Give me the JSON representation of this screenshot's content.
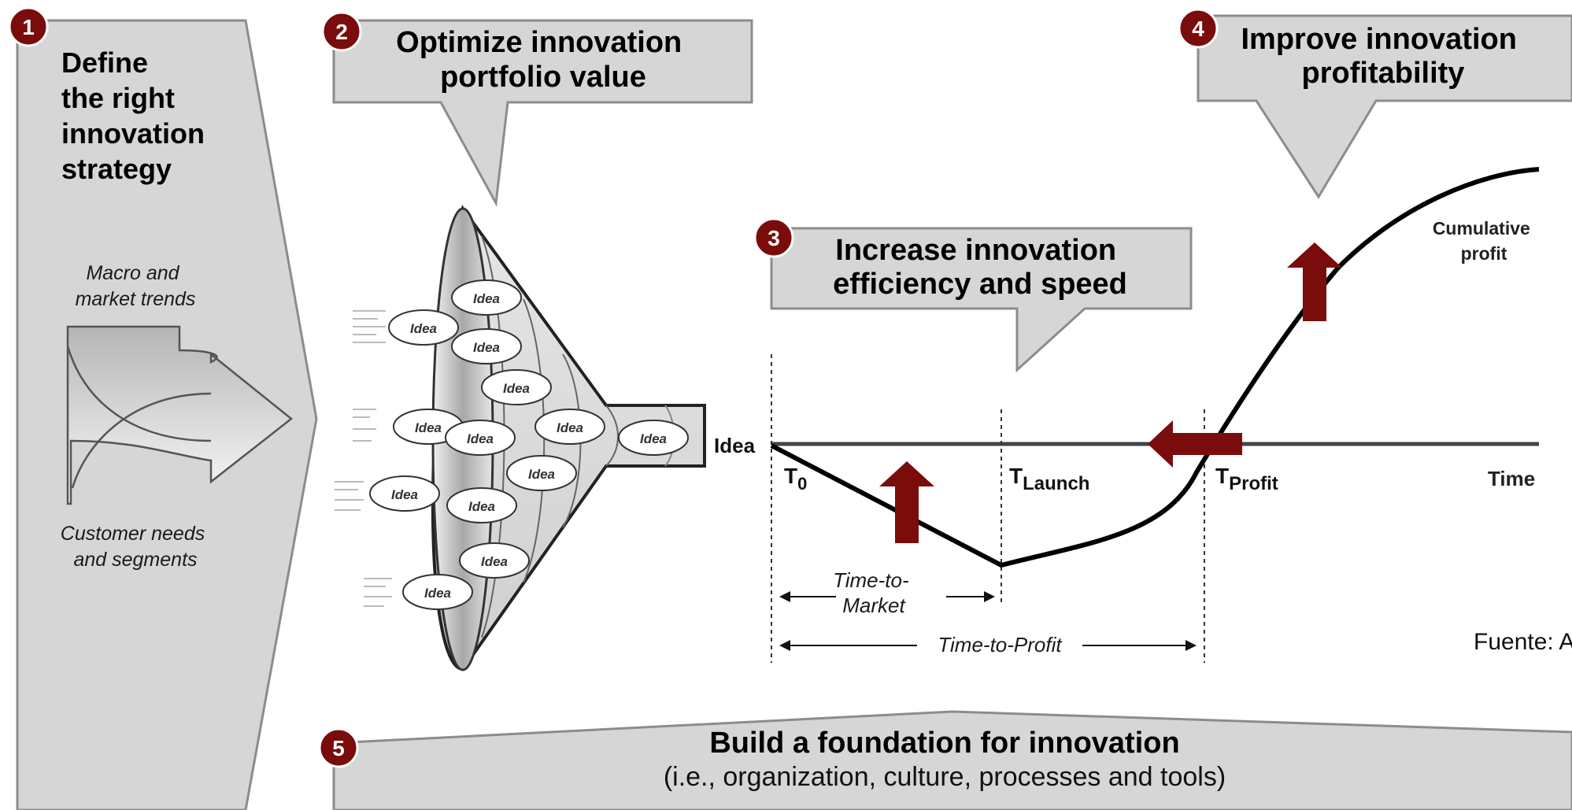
{
  "step1": {
    "number": "1",
    "title_lines": [
      "Define",
      "the right",
      "innovation",
      "strategy"
    ],
    "arrow_top_label": [
      "Macro and",
      "market trends"
    ],
    "arrow_bottom_label": [
      "Customer  needs",
      "and segments"
    ]
  },
  "step2": {
    "number": "2",
    "title_lines": [
      "Optimize innovation",
      "portfolio value"
    ]
  },
  "step3": {
    "number": "3",
    "title_lines": [
      "Increase innovation",
      "efficiency and speed"
    ]
  },
  "step4": {
    "number": "4",
    "title_lines": [
      "Improve innovation",
      "profitability"
    ]
  },
  "step5": {
    "number": "5",
    "title": "Build a foundation for innovation",
    "subtitle": "(i.e., organization, culture, processes and tools)"
  },
  "funnel": {
    "idea_label": "Idea",
    "output_label": "Idea"
  },
  "timeline": {
    "t0": "T",
    "t0_sub": "0",
    "tlaunch": "T",
    "tlaunch_sub": "Launch",
    "tprofit": "T",
    "tprofit_sub": "Profit",
    "time_axis": "Time",
    "cumulative_profit": [
      "Cumulative",
      "profit"
    ],
    "time_to_market": [
      "Time-to-",
      "Market"
    ],
    "time_to_profit": "Time-to-Profit"
  },
  "source": "Fuente: A",
  "colors": {
    "accent": "#7a0c0c",
    "panel": "#d4d4d4",
    "panel_border": "#8a8a8a"
  }
}
